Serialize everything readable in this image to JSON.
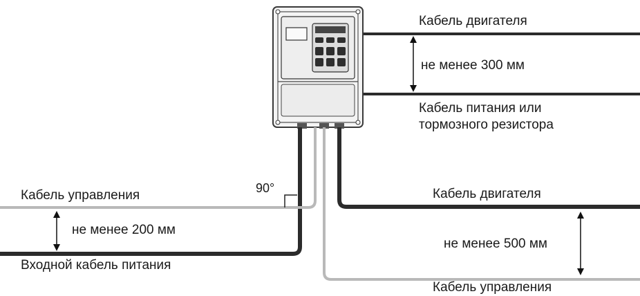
{
  "labels": {
    "motor_cable_top": "Кабель двигателя",
    "distance_300": "не менее 300 мм",
    "power_cable_line1": "Кабель питания или",
    "power_cable_line2": "тормозного резистора",
    "angle": "90°",
    "control_cable_left": "Кабель управления",
    "distance_200": "не менее 200 мм",
    "input_power_cable": "Входной кабель питания",
    "motor_cable_right": "Кабель двигателя",
    "distance_500": "не менее 500 мм",
    "control_cable_bottom": "Кабель управления"
  },
  "colors": {
    "power_cable": "#2b2b2b",
    "control_cable": "#b9b9b9",
    "device_outline": "#3a3a3a",
    "text": "#1a1a1a"
  }
}
